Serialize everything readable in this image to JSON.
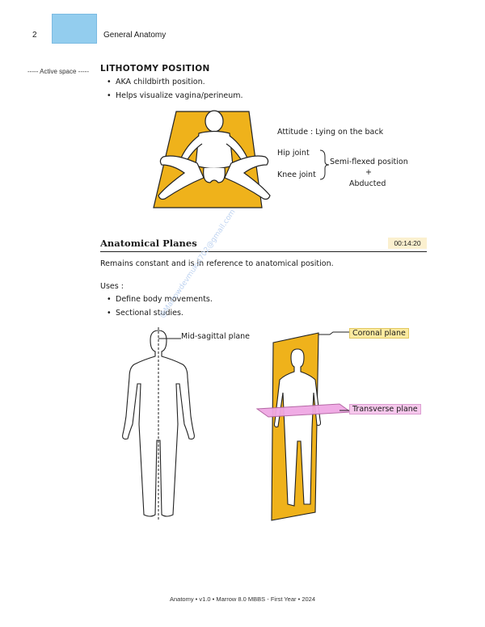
{
  "header": {
    "page_number": "2",
    "chapter": "General Anatomy",
    "active_space": "----- Active space -----"
  },
  "lithotomy": {
    "title": "LITHOTOMY POSITION",
    "bullets": [
      "AKA childbirth position.",
      "Helps visualize vagina/perineum."
    ],
    "attitude": "Attitude : Lying on the back",
    "hip_joint": "Hip joint",
    "knee_joint": "Knee joint",
    "semi_flexed": "Semi-flexed position",
    "plus": "+",
    "abducted": "Abducted"
  },
  "planes": {
    "title": "Anatomical Planes",
    "timestamp": "00:14:20",
    "intro": "Remains constant and is in reference to anatomical position.",
    "uses_label": "Uses :",
    "uses": [
      "Define body movements.",
      "Sectional studies."
    ],
    "mid_sagittal": "Mid-sagittal plane",
    "coronal": "Coronal plane",
    "transverse": "Transverse plane"
  },
  "watermark": "@Marrowdevmukul702@gmail.com",
  "footer": "Anatomy • v1.0 • Marrow 8.0 MBBS - First Year • 2024",
  "colors": {
    "yellow_fill": "#efb21b",
    "pink_plane": "#f0a8e4",
    "tab_blue": "#93cdee"
  }
}
